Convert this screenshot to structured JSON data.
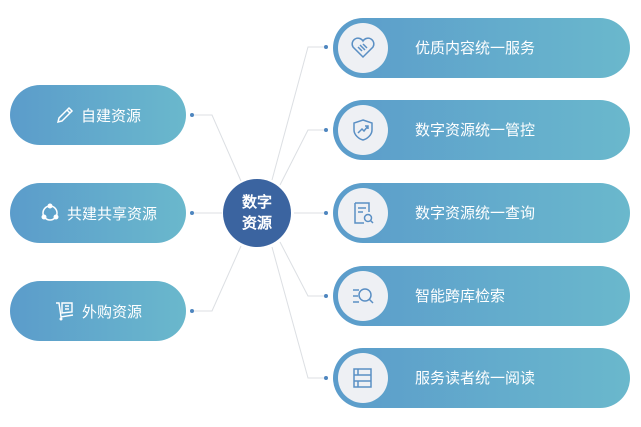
{
  "center": {
    "line1": "数字",
    "line2": "资源"
  },
  "sources": [
    {
      "label": "自建资源",
      "icon": "pencil-icon"
    },
    {
      "label": "共建共享资源",
      "icon": "share-icon"
    },
    {
      "label": "外购资源",
      "icon": "cart-icon"
    }
  ],
  "services": [
    {
      "label": "优质内容统一服务",
      "icon": "handshake-heart-icon"
    },
    {
      "label": "数字资源统一管控",
      "icon": "shield-chart-icon"
    },
    {
      "label": "数字资源统一查询",
      "icon": "document-search-icon"
    },
    {
      "label": "智能跨库检索",
      "icon": "list-search-icon"
    },
    {
      "label": "服务读者统一阅读",
      "icon": "books-icon"
    }
  ],
  "colors": {
    "pill_start": "#5b9ccb",
    "pill_end": "#6ab8cc",
    "center": "#3b64a0",
    "icon": "#5a8fc4"
  }
}
